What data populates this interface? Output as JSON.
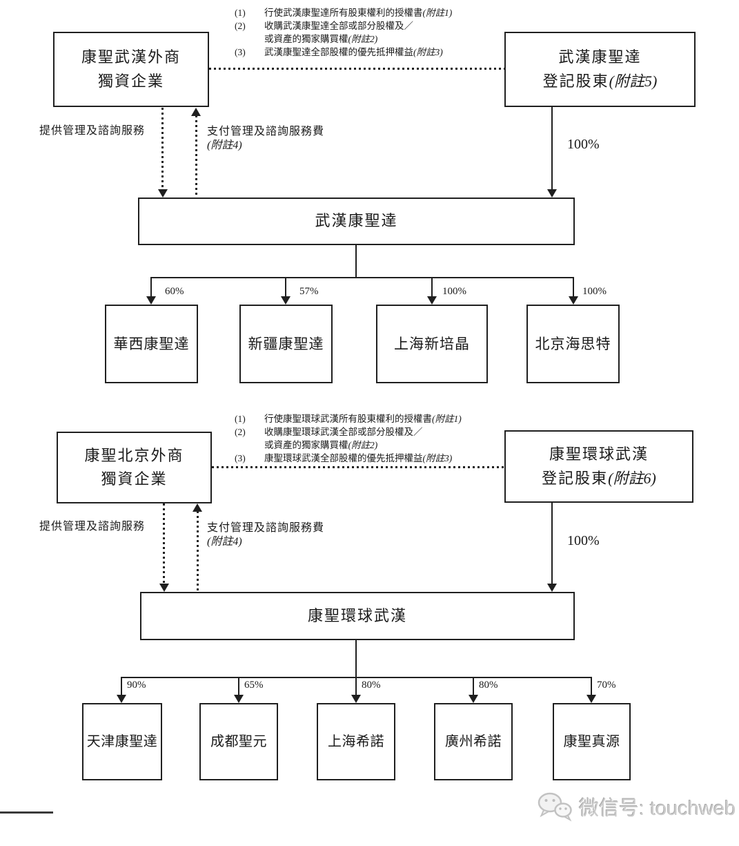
{
  "section1": {
    "notes": [
      {
        "num": "(1)",
        "text": "行使武漢康聖達所有股東權利的授權書",
        "ref": "(附註1)"
      },
      {
        "num": "(2)",
        "text": "收購武漢康聖達全部或部分股權及／",
        "text2": "或資產的獨家購買權",
        "ref": "(附註2)"
      },
      {
        "num": "(3)",
        "text": "武漢康聖達全部股權的優先抵押權益",
        "ref": "(附註3)"
      }
    ],
    "wfoe": "康聖武漢外商\n獨資企業",
    "shareholder_line1": "武漢康聖達",
    "shareholder_line2": "登記股東",
    "shareholder_ref": "(附註5)",
    "provide_label": "提供管理及諮詢服務",
    "pay_label": "支付管理及諮詢服務費",
    "pay_ref": "(附註4)",
    "ownership": "100%",
    "company": "武漢康聖達",
    "subsidiaries": [
      {
        "name": "華西康聖達",
        "pct": "60%"
      },
      {
        "name": "新疆康聖達",
        "pct": "57%"
      },
      {
        "name": "上海新培晶",
        "pct": "100%"
      },
      {
        "name": "北京海思特",
        "pct": "100%"
      }
    ]
  },
  "section2": {
    "notes": [
      {
        "num": "(1)",
        "text": "行使康聖環球武漢所有股東權利的授權書",
        "ref": "(附註1)"
      },
      {
        "num": "(2)",
        "text": "收購康聖環球武漢全部或部分股權及／",
        "text2": "或資產的獨家購買權",
        "ref": "(附註2)"
      },
      {
        "num": "(3)",
        "text": "康聖環球武漢全部股權的優先抵押權益",
        "ref": "(附註3)"
      }
    ],
    "wfoe": "康聖北京外商\n獨資企業",
    "shareholder_line1": "康聖環球武漢",
    "shareholder_line2": "登記股東",
    "shareholder_ref": "(附註6)",
    "provide_label": "提供管理及諮詢服務",
    "pay_label": "支付管理及諮詢服務費",
    "pay_ref": "(附註4)",
    "ownership": "100%",
    "company": "康聖環球武漢",
    "subsidiaries": [
      {
        "name": "天津康聖達",
        "pct": "90%"
      },
      {
        "name": "成都聖元",
        "pct": "65%"
      },
      {
        "name": "上海希諾",
        "pct": "80%"
      },
      {
        "name": "廣州希諾",
        "pct": "80%"
      },
      {
        "name": "康聖真源",
        "pct": "70%"
      }
    ]
  },
  "watermark": {
    "label": "微信号: touchweb"
  },
  "colors": {
    "line": "#1f1f1f",
    "background": "#ffffff",
    "watermark_text": "#cbcbcb"
  }
}
